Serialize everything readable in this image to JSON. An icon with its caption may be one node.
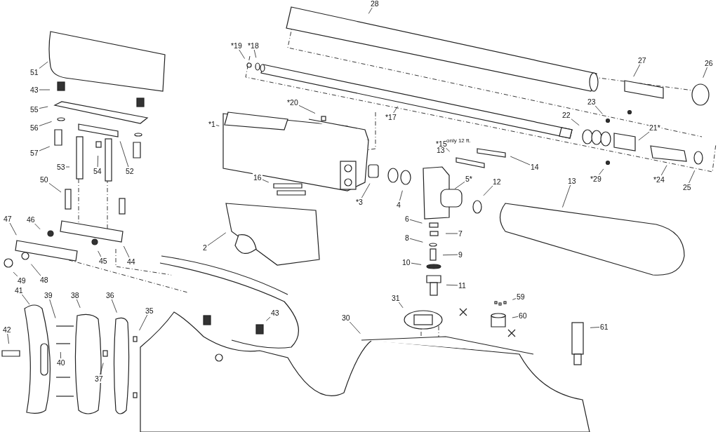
{
  "diagram": {
    "nodes": [
      {
        "text": [
          "28"
        ]
      },
      {
        "text": [
          "51"
        ]
      },
      {
        "text": [
          "43"
        ]
      },
      {
        "text": [
          "55"
        ]
      },
      {
        "text": [
          "56"
        ]
      },
      {
        "text": [
          "57"
        ]
      },
      {
        "text": [
          "53"
        ]
      },
      {
        "text": [
          "54"
        ]
      },
      {
        "text": [
          "52"
        ]
      },
      {
        "text": [
          "50"
        ]
      },
      {
        "text": [
          "*19"
        ]
      },
      {
        "text": [
          "*18"
        ]
      },
      {
        "text": [
          "*20"
        ]
      },
      {
        "text": [
          "*1"
        ]
      },
      {
        "text": [
          "16"
        ]
      },
      {
        "text": [
          "*3"
        ]
      },
      {
        "text": [
          "4"
        ]
      },
      {
        "text": [
          "5*"
        ]
      },
      {
        "text": [
          "12"
        ]
      },
      {
        "text": [
          "13"
        ]
      },
      {
        "text": [
          "*17"
        ]
      },
      {
        "text": [
          "*15"
        ],
        "beside": [
          "only 12 ft.",
          "13"
        ]
      },
      {
        "text": [
          "14"
        ]
      },
      {
        "text": [
          "27"
        ]
      },
      {
        "text": [
          "26"
        ]
      },
      {
        "text": [
          "23"
        ]
      },
      {
        "text": [
          "22"
        ]
      },
      {
        "text": [
          "21*"
        ]
      },
      {
        "text": [
          "*29"
        ]
      },
      {
        "text": [
          "*24"
        ]
      },
      {
        "text": [
          "25"
        ]
      },
      {
        "text": [
          "2"
        ]
      },
      {
        "text": [
          "47"
        ]
      },
      {
        "text": [
          "46"
        ]
      },
      {
        "text": [
          "45"
        ]
      },
      {
        "text": [
          "44"
        ]
      },
      {
        "text": [
          "49"
        ]
      },
      {
        "text": [
          "48"
        ]
      },
      {
        "text": [
          "41"
        ]
      },
      {
        "text": [
          "39"
        ]
      },
      {
        "text": [
          "38"
        ]
      },
      {
        "text": [
          "36"
        ]
      },
      {
        "text": [
          "35"
        ]
      },
      {
        "text": [
          "43"
        ]
      },
      {
        "text": [
          "42"
        ]
      },
      {
        "text": [
          "40"
        ]
      },
      {
        "text": [
          "37"
        ]
      },
      {
        "text": [
          "30"
        ]
      },
      {
        "text": [
          "6"
        ]
      },
      {
        "text": [
          "7"
        ]
      },
      {
        "text": [
          "8"
        ]
      },
      {
        "text": [
          "9"
        ]
      },
      {
        "text": [
          "10"
        ]
      },
      {
        "text": [
          "11"
        ]
      },
      {
        "text": [
          "31"
        ]
      },
      {
        "text": [
          "59"
        ]
      },
      {
        "text": [
          "60"
        ]
      },
      {
        "text": [
          "61"
        ]
      }
    ],
    "edges": [
      {
        "from": 0,
        "to": null,
        "arrow": "none"
      },
      {
        "from": 1,
        "to": null,
        "arrow": "none"
      },
      {
        "from": 2,
        "to": null,
        "arrow": "none"
      },
      {
        "from": 3,
        "to": null,
        "arrow": "none"
      },
      {
        "from": 4,
        "to": null,
        "arrow": "none"
      },
      {
        "from": 5,
        "to": null,
        "arrow": "none"
      },
      {
        "from": 6,
        "to": null,
        "arrow": "none"
      },
      {
        "from": 7,
        "to": null,
        "arrow": "none"
      },
      {
        "from": 8,
        "to": null,
        "arrow": "none"
      },
      {
        "from": 9,
        "to": null,
        "arrow": "none"
      },
      {
        "from": 10,
        "to": null,
        "arrow": "none"
      },
      {
        "from": 11,
        "to": null,
        "arrow": "none"
      },
      {
        "from": 12,
        "to": null,
        "arrow": "none"
      },
      {
        "from": 13,
        "to": null,
        "arrow": "none"
      },
      {
        "from": 14,
        "to": null,
        "arrow": "none"
      },
      {
        "from": 15,
        "to": null,
        "arrow": "none"
      },
      {
        "from": 16,
        "to": null,
        "arrow": "none"
      },
      {
        "from": 17,
        "to": null,
        "arrow": "none"
      },
      {
        "from": 18,
        "to": null,
        "arrow": "none"
      },
      {
        "from": 19,
        "to": null,
        "arrow": "none"
      },
      {
        "from": 20,
        "to": null,
        "arrow": "none"
      },
      {
        "from": 21,
        "to": null,
        "arrow": "none"
      },
      {
        "from": 22,
        "to": null,
        "arrow": "none"
      },
      {
        "from": 23,
        "to": null,
        "arrow": "none"
      },
      {
        "from": 24,
        "to": null,
        "arrow": "none"
      },
      {
        "from": 25,
        "to": null,
        "arrow": "none"
      },
      {
        "from": 26,
        "to": null,
        "arrow": "none"
      },
      {
        "from": 27,
        "to": null,
        "arrow": "none"
      },
      {
        "from": 28,
        "to": null,
        "arrow": "none"
      },
      {
        "from": 29,
        "to": null,
        "arrow": "none"
      },
      {
        "from": 30,
        "to": null,
        "arrow": "none"
      },
      {
        "from": 31,
        "to": null,
        "arrow": "none"
      },
      {
        "from": 32,
        "to": null,
        "arrow": "none"
      },
      {
        "from": 33,
        "to": null,
        "arrow": "none"
      },
      {
        "from": 34,
        "to": null,
        "arrow": "none"
      },
      {
        "from": 35,
        "to": null,
        "arrow": "none"
      },
      {
        "from": 36,
        "to": null,
        "arrow": "none"
      },
      {
        "from": 37,
        "to": null,
        "arrow": "none"
      },
      {
        "from": 38,
        "to": null,
        "arrow": "none"
      },
      {
        "from": 39,
        "to": null,
        "arrow": "none"
      },
      {
        "from": 40,
        "to": null,
        "arrow": "none"
      },
      {
        "from": 41,
        "to": null,
        "arrow": "none"
      },
      {
        "from": 42,
        "to": null,
        "arrow": "none"
      },
      {
        "from": 43,
        "to": null,
        "arrow": "none"
      },
      {
        "from": 44,
        "to": null,
        "arrow": "none"
      },
      {
        "from": 45,
        "to": null,
        "arrow": "none"
      },
      {
        "from": 46,
        "to": null,
        "arrow": "none"
      },
      {
        "from": 47,
        "to": null,
        "arrow": "none"
      },
      {
        "from": 48,
        "to": null,
        "arrow": "none"
      },
      {
        "from": 49,
        "to": null,
        "arrow": "none"
      },
      {
        "from": 50,
        "to": null,
        "arrow": "none"
      },
      {
        "from": 51,
        "to": null,
        "arrow": "none"
      },
      {
        "from": 52,
        "to": null,
        "arrow": "none"
      },
      {
        "from": 53,
        "to": null,
        "arrow": "none"
      },
      {
        "from": 54,
        "to": null,
        "arrow": "none"
      },
      {
        "from": 55,
        "to": null,
        "arrow": "none"
      },
      {
        "from": 56,
        "to": null,
        "arrow": "none"
      },
      {
        "from": 57,
        "to": null,
        "arrow": "none"
      }
    ]
  }
}
